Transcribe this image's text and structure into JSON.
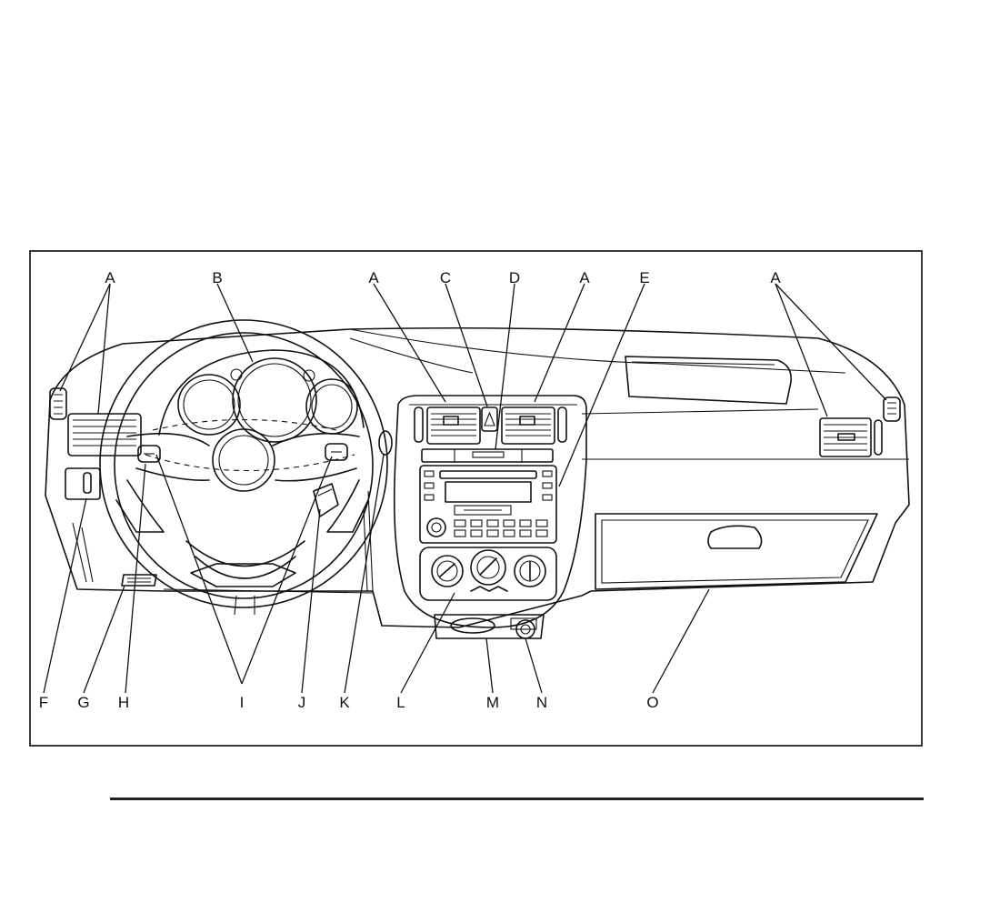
{
  "callouts": {
    "a1": "A",
    "a2": "A",
    "a3": "A",
    "a4": "A",
    "b": "B",
    "c": "C",
    "d": "D",
    "e": "E",
    "f": "F",
    "g": "G",
    "h": "H",
    "i": "I",
    "j": "J",
    "k": "K",
    "l": "L",
    "m": "M",
    "n": "N",
    "o": "O"
  }
}
